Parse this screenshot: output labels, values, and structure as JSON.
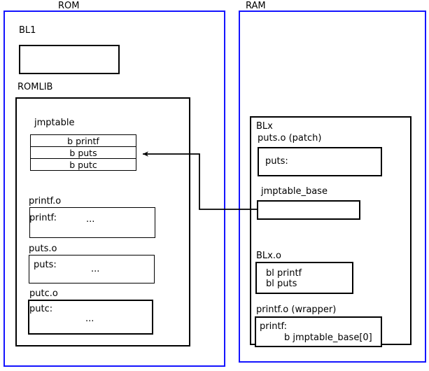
{
  "diagram": {
    "title": "ROMLIB jump table patching diagram",
    "colors": {
      "region_border": "#1414ff",
      "box_border": "#000000",
      "background": "#ffffff",
      "connector": "#000000"
    }
  },
  "rom": {
    "label": "ROM",
    "bl1": {
      "label": "BL1",
      "body": ""
    },
    "romlib": {
      "label": "ROMLIB",
      "jmptable": {
        "label": "jmptable",
        "rows": [
          {
            "text": "b printf"
          },
          {
            "text": "b puts"
          },
          {
            "text": "b putc"
          }
        ]
      },
      "objects": [
        {
          "label": "printf.o",
          "symbol": "printf:",
          "body": "..."
        },
        {
          "label": "puts.o",
          "symbol": "puts:",
          "body": "..."
        },
        {
          "label": "putc.o",
          "symbol": "putc:",
          "body": "..."
        }
      ]
    }
  },
  "ram": {
    "label": "RAM",
    "blx": {
      "label": "BLx",
      "puts_patch": {
        "label": "puts.o (patch)",
        "symbol": "puts:"
      },
      "jmptable_base": {
        "label": "jmptable_base",
        "body": ""
      },
      "blx_o": {
        "label": "BLx.o",
        "line1": "bl printf",
        "line2": "bl puts"
      },
      "printf_wrapper": {
        "label": "printf.o (wrapper)",
        "symbol": "printf:",
        "branch": "b jmptable_base[0]"
      }
    }
  },
  "connector": {
    "name": "jmptable-base-to-jmptable-puts-arrow",
    "from": "jmptable_base",
    "to": "jmptable row b puts"
  }
}
